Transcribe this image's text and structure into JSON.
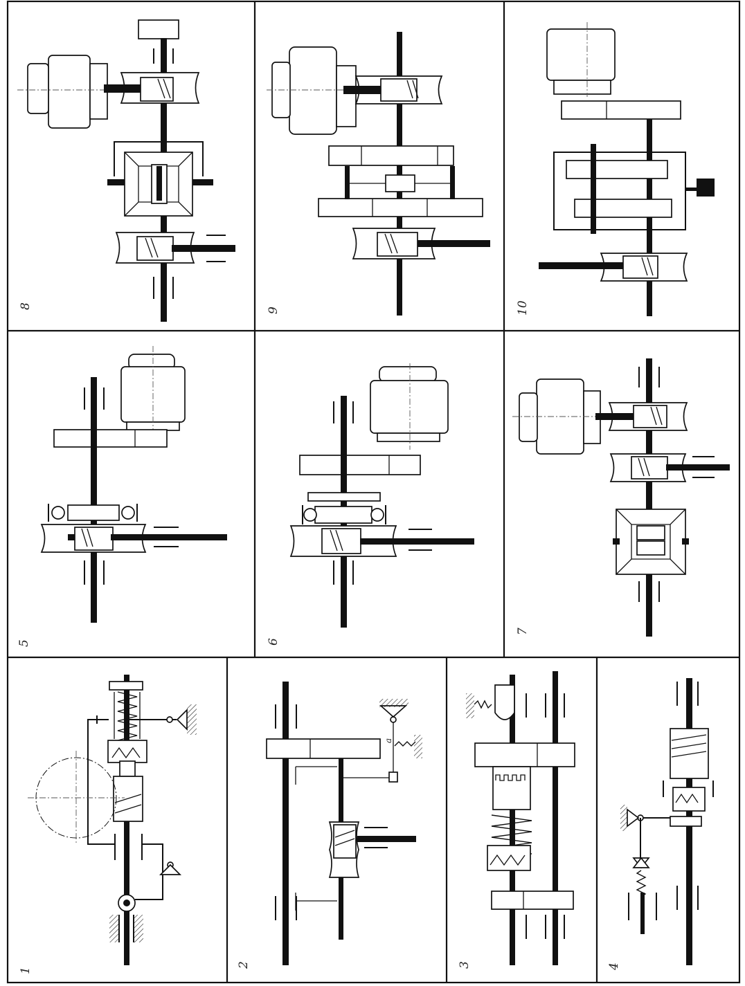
{
  "figure": {
    "panels": [
      {
        "id": "panel-1",
        "label": "1"
      },
      {
        "id": "panel-2",
        "label": "2"
      },
      {
        "id": "panel-3",
        "label": "3"
      },
      {
        "id": "panel-4",
        "label": "4"
      },
      {
        "id": "panel-5",
        "label": "5"
      },
      {
        "id": "panel-6",
        "label": "6"
      },
      {
        "id": "panel-7",
        "label": "7"
      },
      {
        "id": "panel-8",
        "label": "8"
      },
      {
        "id": "panel-9",
        "label": "9"
      },
      {
        "id": "panel-10",
        "label": "10"
      }
    ],
    "inline_labels": {
      "spring_mark_2": "a"
    },
    "icons": [
      "motor-icon",
      "worm-gear-icon",
      "bevel-differential-icon",
      "spur-gear-icon",
      "bearing-icon",
      "spring-icon",
      "hinge-support-icon",
      "brake-icon"
    ]
  }
}
